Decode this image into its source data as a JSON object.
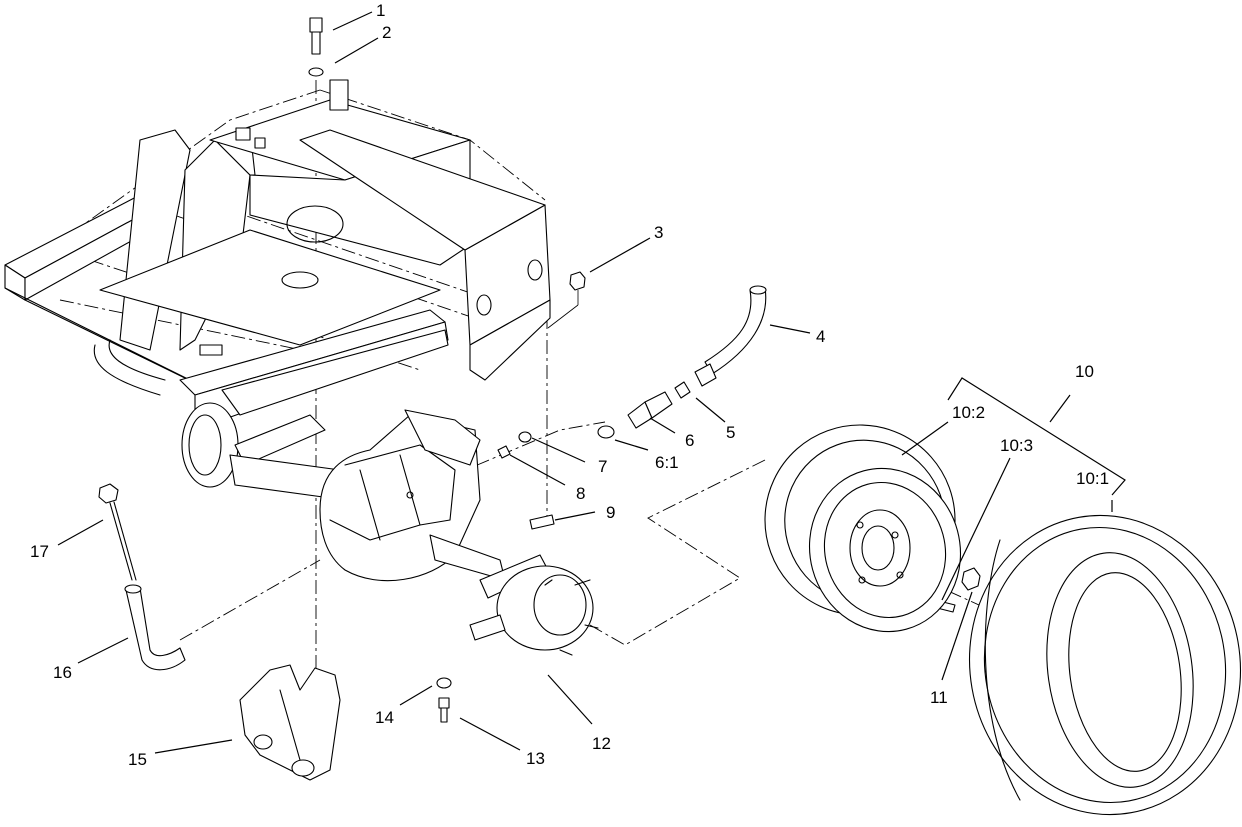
{
  "callouts": [
    {
      "id": "c1",
      "text": "1"
    },
    {
      "id": "c2",
      "text": "2"
    },
    {
      "id": "c3",
      "text": "3"
    },
    {
      "id": "c4",
      "text": "4"
    },
    {
      "id": "c5",
      "text": "5"
    },
    {
      "id": "c6",
      "text": "6"
    },
    {
      "id": "c6-1",
      "text": "6:1"
    },
    {
      "id": "c7",
      "text": "7"
    },
    {
      "id": "c8",
      "text": "8"
    },
    {
      "id": "c9",
      "text": "9"
    },
    {
      "id": "c10",
      "text": "10"
    },
    {
      "id": "c10-1",
      "text": "10:1"
    },
    {
      "id": "c10-2",
      "text": "10:2"
    },
    {
      "id": "c10-3",
      "text": "10:3"
    },
    {
      "id": "c11",
      "text": "11"
    },
    {
      "id": "c12",
      "text": "12"
    },
    {
      "id": "c13",
      "text": "13"
    },
    {
      "id": "c14",
      "text": "14"
    },
    {
      "id": "c15",
      "text": "15"
    },
    {
      "id": "c16",
      "text": "16"
    },
    {
      "id": "c17",
      "text": "17"
    }
  ]
}
